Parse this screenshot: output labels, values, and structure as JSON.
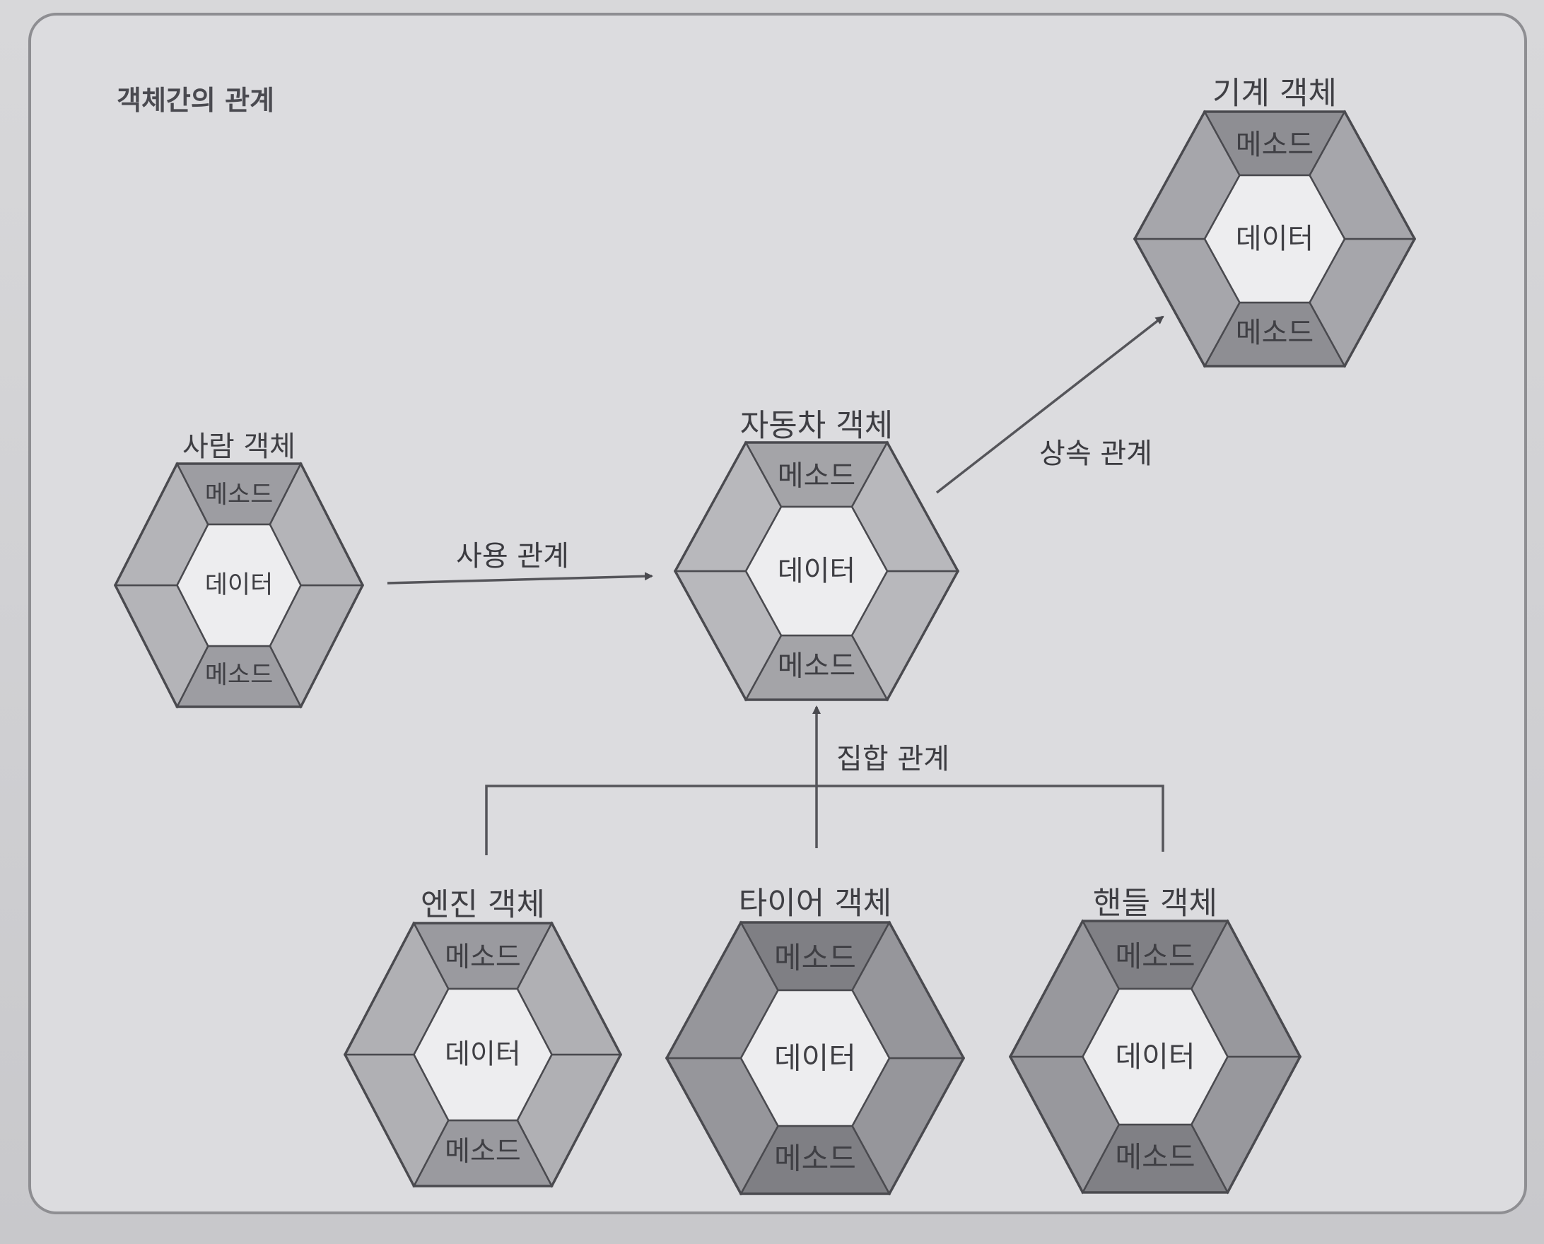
{
  "frame_title": "객체간의 관계",
  "colors": {
    "background": "#dcdcdf",
    "inner_hexagon": "#ededef",
    "outline": "#4a4a4f",
    "text": "#3f3f44"
  },
  "objects": [
    {
      "id": "person",
      "title": "사람 객체",
      "top_label": "메소드",
      "center_label": "데이터",
      "bottom_label": "메소드",
      "shade_top": "#9d9da2",
      "shade_side": "#b4b4b8"
    },
    {
      "id": "car",
      "title": "자동차 객체",
      "top_label": "메소드",
      "center_label": "데이터",
      "bottom_label": "메소드",
      "shade_top": "#a4a4a8",
      "shade_side": "#b8b8bc"
    },
    {
      "id": "machine",
      "title": "기계 객체",
      "top_label": "메소드",
      "center_label": "데이터",
      "bottom_label": "메소드",
      "shade_top": "#8e8e93",
      "shade_side": "#a6a6ab"
    },
    {
      "id": "engine",
      "title": "엔진 객체",
      "top_label": "메소드",
      "center_label": "데이터",
      "bottom_label": "메소드",
      "shade_top": "#9a9a9f",
      "shade_side": "#b0b0b4"
    },
    {
      "id": "tire",
      "title": "타이어 객체",
      "top_label": "메소드",
      "center_label": "데이터",
      "bottom_label": "메소드",
      "shade_top": "#7f7f84",
      "shade_side": "#96969b"
    },
    {
      "id": "handle",
      "title": "핸들 객체",
      "top_label": "메소드",
      "center_label": "데이터",
      "bottom_label": "메소드",
      "shade_top": "#808085",
      "shade_side": "#98989d"
    }
  ],
  "relations": {
    "use": "사용 관계",
    "inherit": "상속 관계",
    "aggregate": "집합 관계"
  }
}
